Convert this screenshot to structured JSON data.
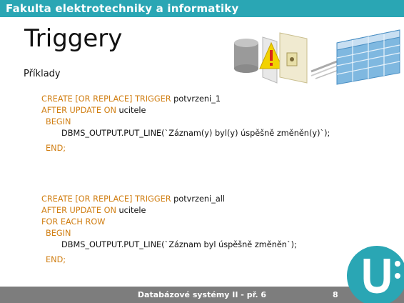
{
  "header": {
    "institution": "Fakulta elektrotechniky a informatiky"
  },
  "slide": {
    "title": "Triggery",
    "subtitle": "Příklady"
  },
  "example1": {
    "line1_kw": "CREATE [OR REPLACE] TRIGGER ",
    "line1_name": "potvrzeni_1",
    "line2_kw": "AFTER UPDATE ON ",
    "line2_table": "ucitele",
    "begin": "BEGIN",
    "output": "DBMS_OUTPUT.PUT_LINE(`Záznam(y) byl(y) úspěšně změněn(y)`);",
    "end": "END;"
  },
  "example2": {
    "line1_kw": "CREATE [OR REPLACE] TRIGGER ",
    "line1_name": "potvrzeni_all",
    "line2_kw": "AFTER UPDATE ON ",
    "line2_table": "ucitele",
    "line3": "FOR EACH ROW",
    "begin": "BEGIN",
    "output": "DBMS_OUTPUT.PUT_LINE(`Záznam byl úspěšně změněn`);",
    "end": "END;"
  },
  "footer": {
    "course": "Databázové systémy II - př. 6",
    "page": "8"
  },
  "colors": {
    "accent": "#2aa6b4",
    "keyword": "#d07e12",
    "footer": "#7d7d7d",
    "warning": "#f2d200"
  },
  "icons": [
    "database-cylinder-icon",
    "warning-sign-icon",
    "door-panel-icon",
    "data-table-icon",
    "university-logo-icon"
  ]
}
